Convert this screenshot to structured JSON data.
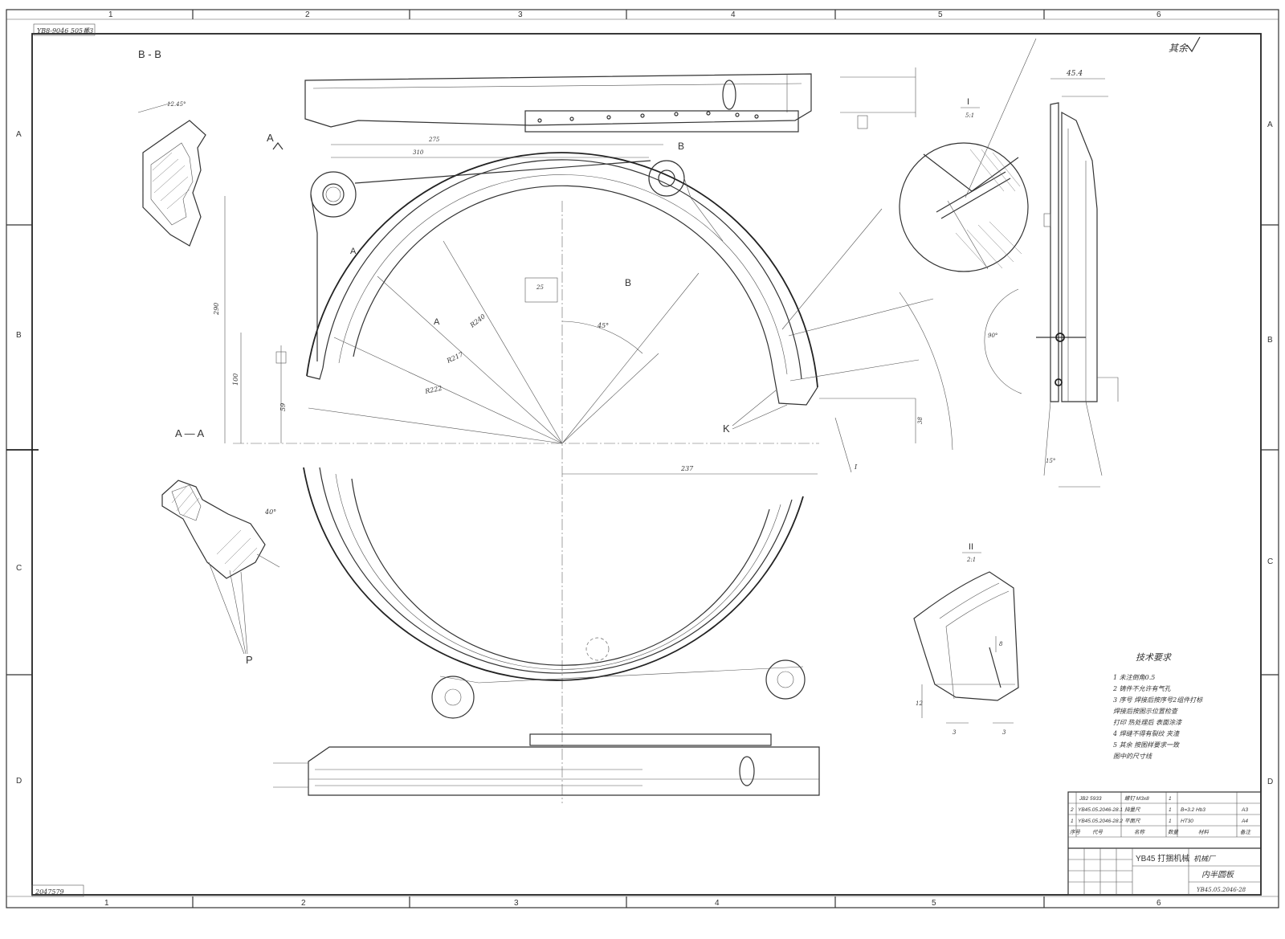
{
  "sheet": {
    "stamp_top_left": "YB8-9046 505番3",
    "stamp_bottom_left": "2047579",
    "top_right_note": "其余",
    "grid_columns": [
      "1",
      "2",
      "3",
      "4",
      "5",
      "6"
    ],
    "grid_rows": [
      "A",
      "B",
      "C",
      "D"
    ]
  },
  "views": {
    "section_bb": "B - B",
    "section_aa": "A — A",
    "label_K": "K",
    "label_P": "P",
    "label_A": "A",
    "label_B": "B",
    "detail_I": "I",
    "detail_I_scale": "5:1",
    "detail_II": "II",
    "detail_II_scale": "2:1"
  },
  "dimensions": {
    "d_45_4": "45.4",
    "d_237": "237",
    "d_R222": "R222",
    "d_R217": "R217",
    "d_R240": "R240",
    "d_40deg": "40°",
    "d_45deg": "45°",
    "d_90deg": "90°",
    "d_15deg": "15°",
    "d_100": "100",
    "d_25": "25",
    "d_38": "38",
    "d_3a": "3",
    "d_3b": "3",
    "d_12": "12",
    "d_8": "8",
    "d_59": "59",
    "d_275": "275",
    "d_310": "310",
    "d_290": "290"
  },
  "tech_req": {
    "title": "技术要求",
    "lines": [
      "1 未注倒角0.5",
      "2 铸件不允许有气孔",
      "3 序号 焊接后按序号2组件打标",
      "  焊接后按图示位置检查",
      "  打印 热处理后 表面涂漆",
      "4 焊缝不得有裂纹 夹渣",
      "5 其余 按图样要求一致",
      "  图中的尺寸线"
    ]
  },
  "title_block": {
    "rows": [
      [
        "",
        "JB2 5933",
        "螺钉 M3x8",
        "1",
        "",
        ""
      ],
      [
        "2",
        "YB45.05.2046-28.1",
        "挡量尺",
        "1",
        "B=3.2 Hb3",
        "A3"
      ],
      [
        "1",
        "YB45.05.2046-28.2",
        "平面尺",
        "1",
        "HT30",
        "A4"
      ],
      [
        "序号",
        "代号",
        "名称",
        "数量",
        "材料",
        "备注"
      ]
    ],
    "product": "YB45 打捆机械",
    "company": "机械厂",
    "part_name": "内半圆板",
    "drawing_no": "YB45.05.2046-28"
  }
}
